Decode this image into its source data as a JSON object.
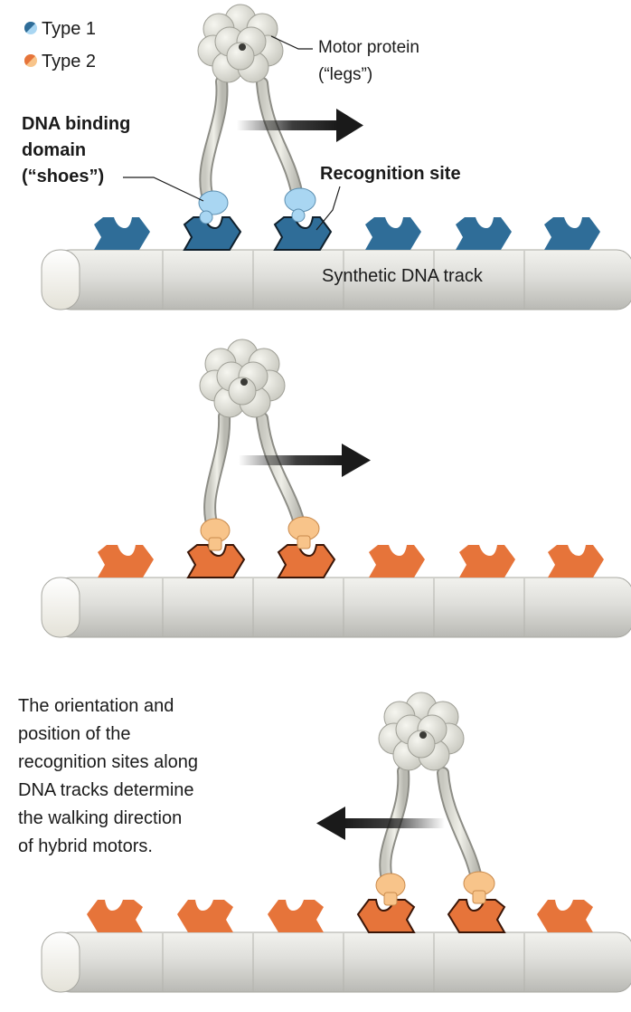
{
  "legend": {
    "type1": "Type 1",
    "type2": "Type 2"
  },
  "labels": {
    "motor_protein_line1": "Motor protein",
    "motor_protein_line2": "(“legs”)",
    "dna_binding_line1": "DNA binding",
    "dna_binding_line2": "domain",
    "dna_binding_line3": "(“shoes”)",
    "recognition_site": "Recognition site",
    "dna_track": "Synthetic DNA track"
  },
  "caption": {
    "line1": "The orientation and",
    "line2": "position of the",
    "line3": "recognition sites along",
    "line4": "DNA tracks determine",
    "line5": "the walking direction",
    "line6": "of hybrid motors."
  },
  "colors": {
    "type1_site": "#2f6d98",
    "type1_shoe": "#a9d6f2",
    "type2_site": "#e6743a",
    "type2_shoe": "#f8c48a",
    "track": "#dcdcd8",
    "motor": "#dcdcd4",
    "arrow": "#1a1a1a"
  },
  "icons": {
    "type1_dot": "half-blue-circle-icon",
    "type2_dot": "half-orange-circle-icon",
    "arrow": "arrow-icon"
  }
}
